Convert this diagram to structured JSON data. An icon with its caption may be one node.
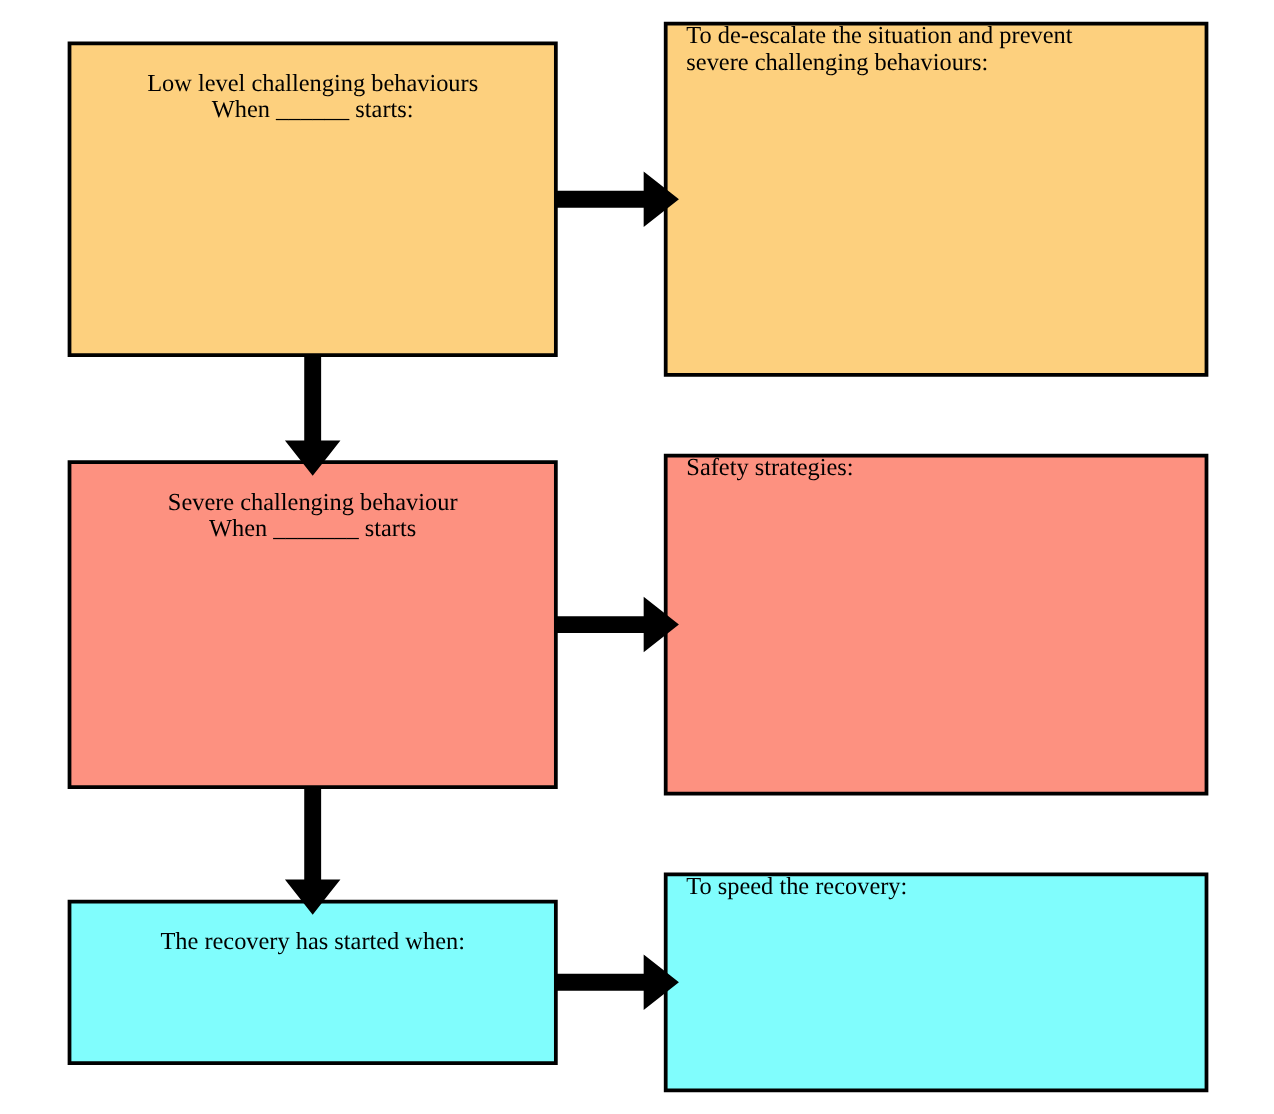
{
  "diagram": {
    "nodes": [
      {
        "text": [
          "Low level challenging behaviours When ______ starts:"
        ]
      },
      {
        "text": [
          "To de-escalate the situation and prevent severe challenging behaviours:"
        ]
      },
      {
        "text": [
          "Severe challenging behaviour When _______ starts"
        ]
      },
      {
        "text": [
          "Safety strategies:"
        ]
      },
      {
        "text": [
          "The recovery has started when:"
        ]
      },
      {
        "text": [
          "To speed the recovery:"
        ]
      }
    ],
    "edges": [
      {
        "from": 0,
        "to": 1,
        "arrow": "to"
      },
      {
        "from": 0,
        "to": 2,
        "arrow": "to"
      },
      {
        "from": 2,
        "to": 3,
        "arrow": "to"
      },
      {
        "from": 2,
        "to": 4,
        "arrow": "to"
      },
      {
        "from": 4,
        "to": 5,
        "arrow": "to"
      }
    ]
  }
}
